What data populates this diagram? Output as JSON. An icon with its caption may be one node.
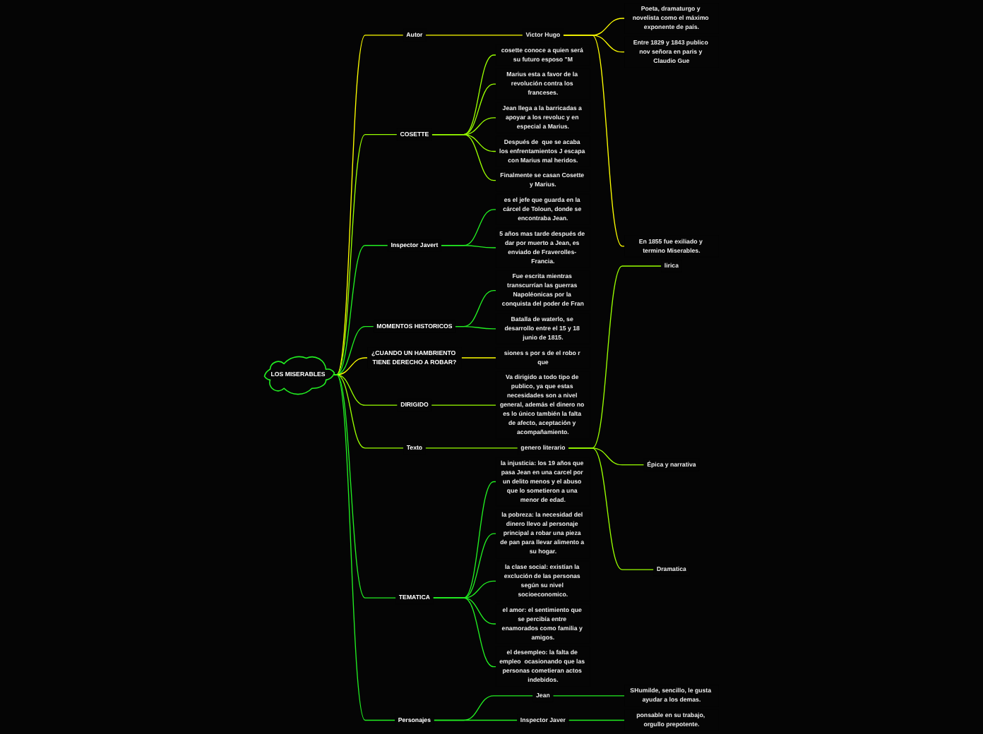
{
  "diagram": {
    "nodes": [
      {
        "text": [
          "LOS MISERABLES"
        ]
      },
      {
        "text": [
          "Autor"
        ]
      },
      {
        "text": [
          "Victor Hugo"
        ]
      },
      {
        "text": [
          "Poeta, dramaturgo y novelista como el máximo exponente de país."
        ]
      },
      {
        "text": [
          "Entre 1829 y 1843 publico nov señora en paris y Claudio Gue"
        ]
      },
      {
        "text": [
          "En 1855 fue exiliado y termino Miserables."
        ]
      },
      {
        "text": [
          "COSETTE"
        ]
      },
      {
        "text": [
          "cosette conoce a quien será su futuro esposo \"M"
        ]
      },
      {
        "text": [
          "Marius esta a favor de la revolución contra los franceses."
        ]
      },
      {
        "text": [
          "Jean llega a la barricadas a apoyar a los revoluc y en especial a Marius."
        ]
      },
      {
        "text": [
          "Después de  que se acaba los enfrentamientos J escapa con Marius mal heridos."
        ]
      },
      {
        "text": [
          "Finalmente se casan Cosette y Marius."
        ]
      },
      {
        "text": [
          "Inspector Javert"
        ]
      },
      {
        "text": [
          "es el jefe que guarda en la cárcel de Toloun, donde se encontraba Jean."
        ]
      },
      {
        "text": [
          "5 años mas tarde después de dar por muerto a Jean, es enviado de Fraverolles- Francia."
        ]
      },
      {
        "text": [
          "MOMENTOS HISTORICOS"
        ]
      },
      {
        "text": [
          "Fue escrita mientras transcurrían las guerras Napoléonicas por la conquista del poder de Fran"
        ]
      },
      {
        "text": [
          "Batalla de waterlo, se desarrollo entre el 15 y 18 junio de 1815."
        ]
      },
      {
        "text": [
          "¿CUANDO UN HAMBRIENTO TIENE DERECHO A ROBAR?"
        ]
      },
      {
        "text": [
          "siones s por s de el robo r que"
        ]
      },
      {
        "text": [
          "DIRIGIDO"
        ]
      },
      {
        "text": [
          "Va dirigido a todo tipo de publico, ya que estas necesidades son a nivel general, además el dinero no es lo único también la falta de afecto, aceptación y acompañamiento."
        ]
      },
      {
        "text": [
          "Texto"
        ]
      },
      {
        "text": [
          "genero literario"
        ]
      },
      {
        "text": [
          "lirica"
        ]
      },
      {
        "text": [
          "Épica y narrativa"
        ]
      },
      {
        "text": [
          "Dramatica"
        ]
      },
      {
        "text": [
          "TEMATICA"
        ]
      },
      {
        "text": [
          "la injusticia: los 19 años que pasa Jean en una carcel por un delito menos y el abuso que lo sometieron a una menor de edad."
        ]
      },
      {
        "text": [
          "la pobreza: la necesidad del dinero llevo al personaje principal a robar una pieza de pan para llevar alimento a su hogar."
        ]
      },
      {
        "text": [
          "la clase social: existían la exclución de las personas según su nivel socioeconomico."
        ]
      },
      {
        "text": [
          "el amor: el sentimiento que se percibía entre enamorados como familia y amigos."
        ]
      },
      {
        "text": [
          "el desempleo: la falta de empleo  ocasionando que las personas cometieran actos indebidos."
        ]
      },
      {
        "text": [
          "Personajes"
        ]
      },
      {
        "text": [
          "Jean"
        ]
      },
      {
        "text": [
          "SHumilde, sencillo, le gusta ayudar a los demas."
        ]
      },
      {
        "text": [
          "Inspector Javer"
        ]
      },
      {
        "text": [
          "ponsable en su trabajo, orgullo prepotente."
        ]
      }
    ],
    "edges": [
      {
        "from": 0,
        "to": 1,
        "arrow": "none",
        "color": "#ffff00"
      },
      {
        "from": 1,
        "to": 2,
        "arrow": "none",
        "color": "#ffff00"
      },
      {
        "from": 2,
        "to": 3,
        "arrow": "none",
        "color": "#ffff00"
      },
      {
        "from": 2,
        "to": 4,
        "arrow": "none",
        "color": "#ffff00"
      },
      {
        "from": 2,
        "to": 5,
        "arrow": "none",
        "color": "#ffff00"
      },
      {
        "from": 0,
        "to": 6,
        "arrow": "none",
        "color": "#99ff00"
      },
      {
        "from": 6,
        "to": 7,
        "arrow": "none",
        "color": "#99ff00"
      },
      {
        "from": 6,
        "to": 8,
        "arrow": "none",
        "color": "#99ff00"
      },
      {
        "from": 6,
        "to": 9,
        "arrow": "none",
        "color": "#99ff00"
      },
      {
        "from": 6,
        "to": 10,
        "arrow": "none",
        "color": "#99ff00"
      },
      {
        "from": 6,
        "to": 11,
        "arrow": "none",
        "color": "#99ff00"
      },
      {
        "from": 0,
        "to": 12,
        "arrow": "none"
      },
      {
        "from": 12,
        "to": 13,
        "arrow": "none"
      },
      {
        "from": 12,
        "to": 14,
        "arrow": "none"
      },
      {
        "from": 0,
        "to": 15,
        "arrow": "none"
      },
      {
        "from": 15,
        "to": 16,
        "arrow": "none"
      },
      {
        "from": 15,
        "to": 17,
        "arrow": "none"
      },
      {
        "from": 0,
        "to": 18,
        "arrow": "none",
        "color": "#ffff00"
      },
      {
        "from": 18,
        "to": 19,
        "arrow": "none",
        "color": "#ffff00"
      },
      {
        "from": 0,
        "to": 20,
        "arrow": "none",
        "color": "#99ff00"
      },
      {
        "from": 20,
        "to": 21,
        "arrow": "none",
        "color": "#99ff00"
      },
      {
        "from": 0,
        "to": 22,
        "arrow": "none",
        "color": "#99ff00"
      },
      {
        "from": 22,
        "to": 23,
        "arrow": "none",
        "color": "#99ff00"
      },
      {
        "from": 23,
        "to": 24,
        "arrow": "none",
        "color": "#99ff00"
      },
      {
        "from": 23,
        "to": 25,
        "arrow": "none",
        "color": "#99ff00"
      },
      {
        "from": 23,
        "to": 26,
        "arrow": "none",
        "color": "#99ff00"
      },
      {
        "from": 0,
        "to": 27,
        "arrow": "none"
      },
      {
        "from": 27,
        "to": 28,
        "arrow": "none"
      },
      {
        "from": 27,
        "to": 29,
        "arrow": "none"
      },
      {
        "from": 27,
        "to": 30,
        "arrow": "none"
      },
      {
        "from": 27,
        "to": 31,
        "arrow": "none"
      },
      {
        "from": 27,
        "to": 32,
        "arrow": "none"
      },
      {
        "from": 0,
        "to": 33,
        "arrow": "none"
      },
      {
        "from": 33,
        "to": 34,
        "arrow": "none"
      },
      {
        "from": 34,
        "to": 35,
        "arrow": "none"
      },
      {
        "from": 33,
        "to": 36,
        "arrow": "none"
      },
      {
        "from": 36,
        "to": 37,
        "arrow": "none"
      }
    ]
  }
}
